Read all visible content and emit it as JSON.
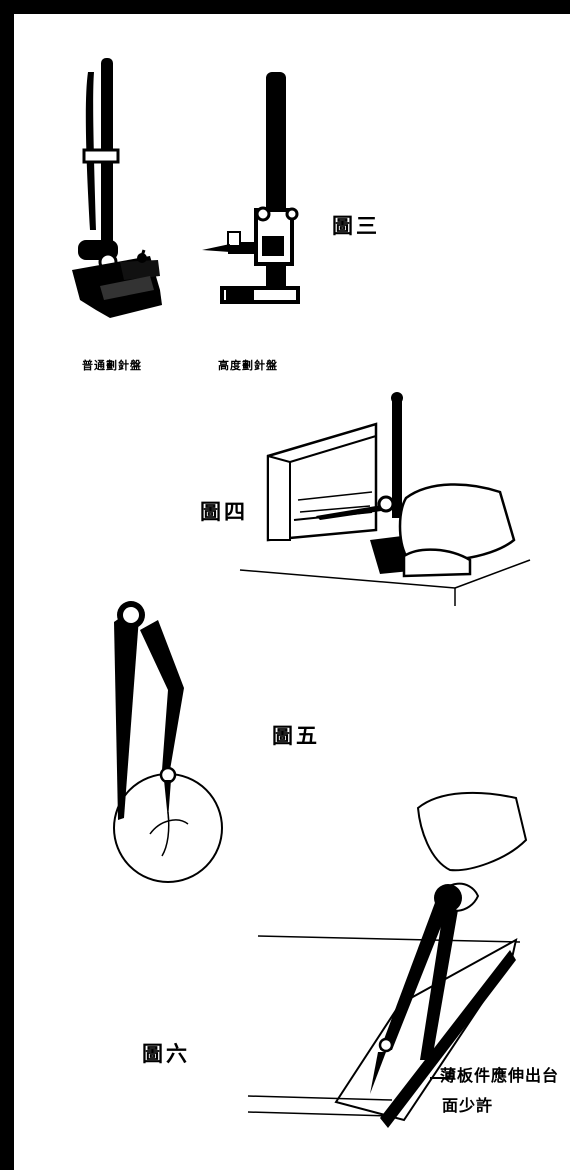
{
  "figure3": {
    "label": "圖三",
    "captions": [
      "普通劃針盤",
      "高度劃針盤"
    ]
  },
  "figure4": {
    "label": "圖四"
  },
  "figure5": {
    "label": "圖五"
  },
  "figure6": {
    "label": "圖六",
    "note_line1": "薄板件應伸出台",
    "note_line2": "面少許"
  },
  "colors": {
    "ink": "#000000",
    "paper": "#ffffff"
  }
}
